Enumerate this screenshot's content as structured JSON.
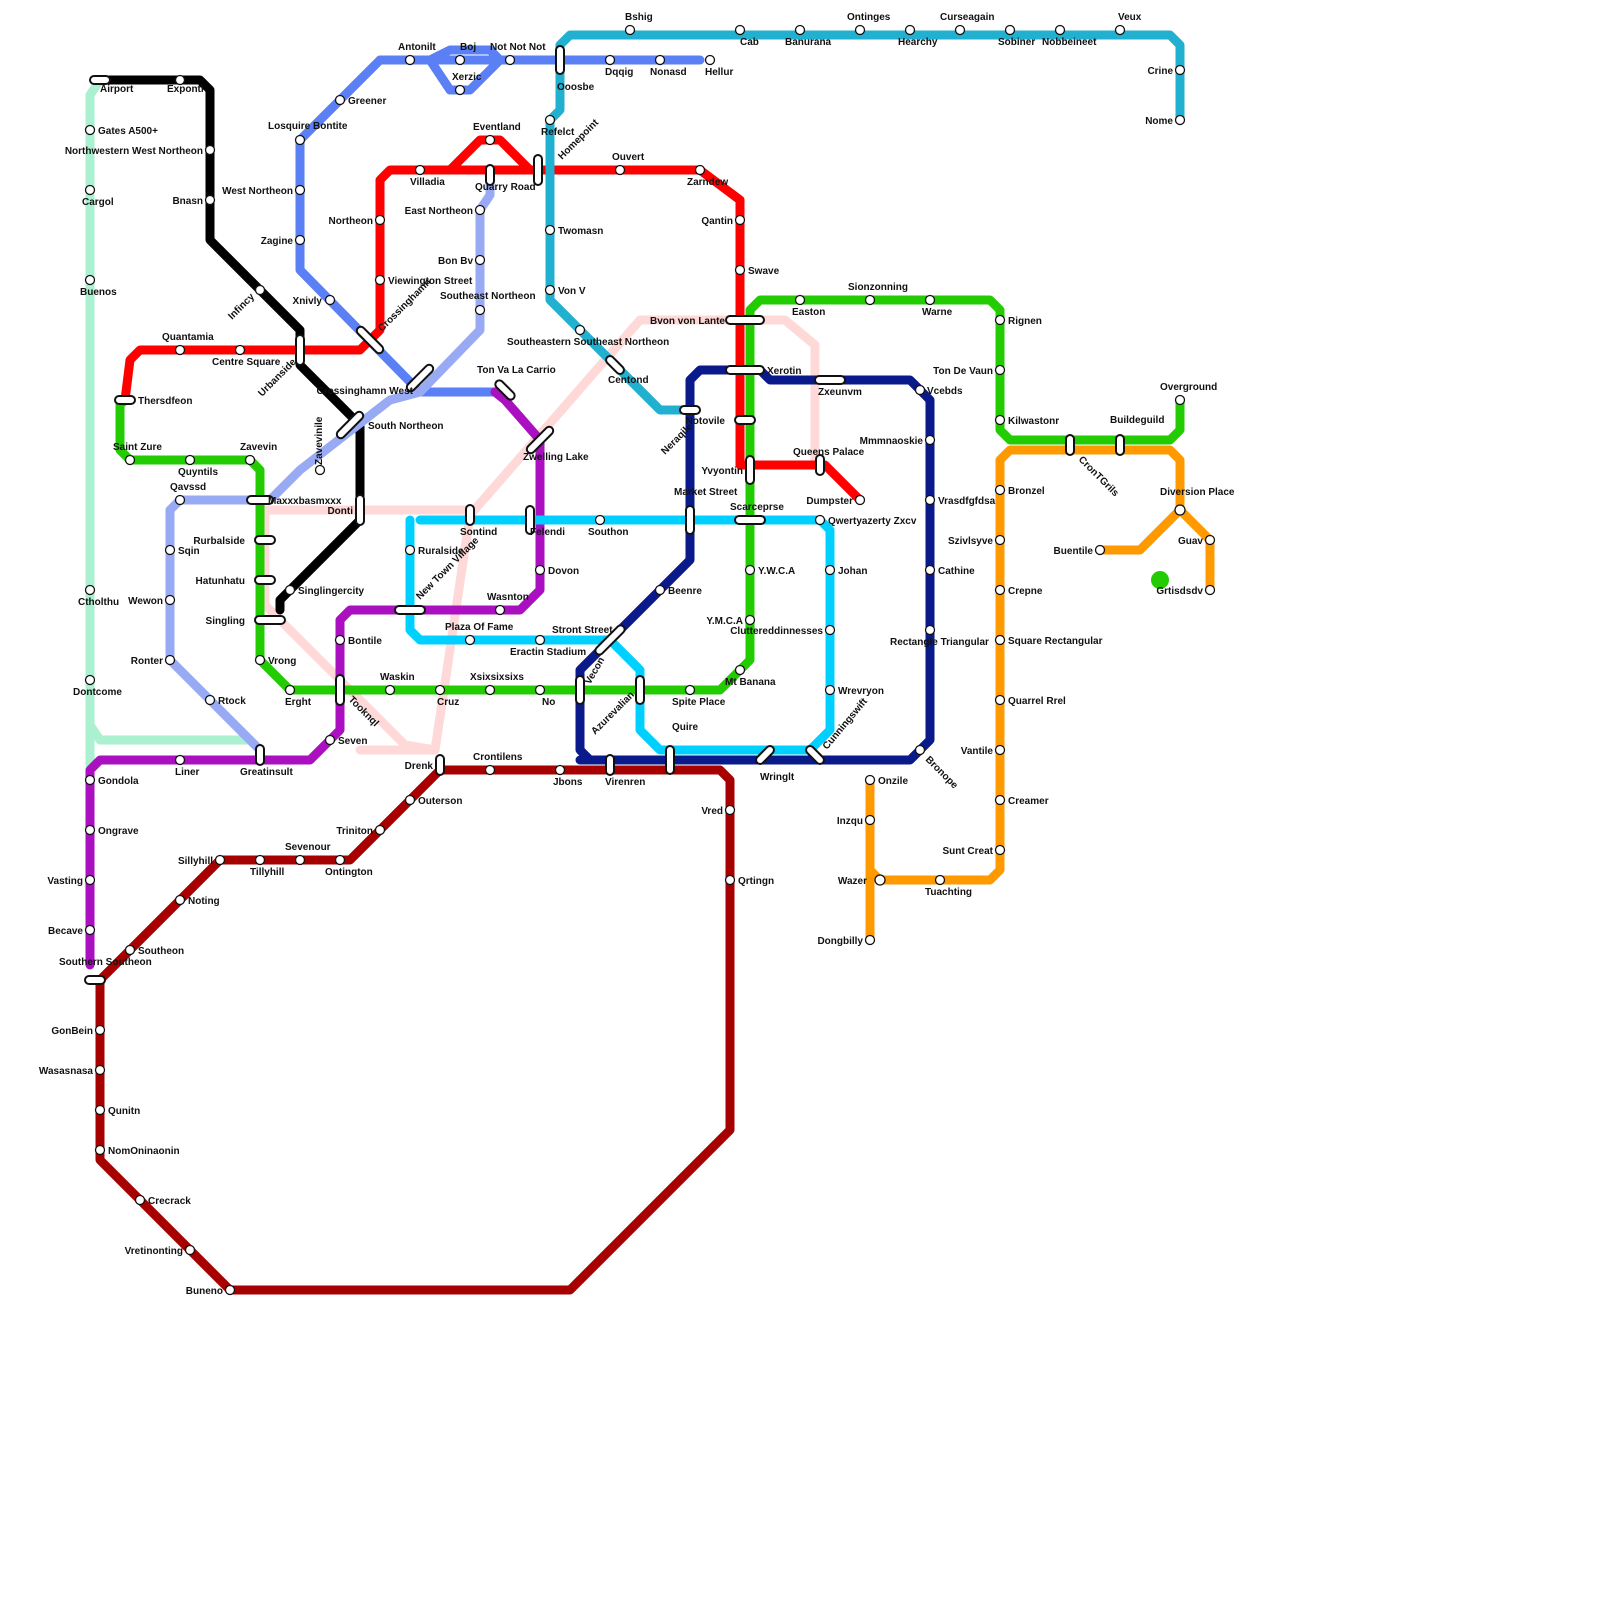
{
  "map": {
    "lines": [
      {
        "id": "mint",
        "color": "#aaf0d1"
      },
      {
        "id": "black",
        "color": "#000000"
      },
      {
        "id": "blue",
        "color": "#5b7ff5"
      },
      {
        "id": "periwinkle",
        "color": "#99aaf5"
      },
      {
        "id": "red",
        "color": "#ff0000"
      },
      {
        "id": "teal",
        "color": "#22b0d0"
      },
      {
        "id": "pink",
        "color": "#ffd8d8"
      },
      {
        "id": "purple",
        "color": "#aa0fc0"
      },
      {
        "id": "green",
        "color": "#22cc00"
      },
      {
        "id": "cyan",
        "color": "#00d0ff"
      },
      {
        "id": "navy",
        "color": "#0a1a8a"
      },
      {
        "id": "maroon",
        "color": "#a60000"
      },
      {
        "id": "orange",
        "color": "#ff9900"
      }
    ],
    "stations": [
      "Airport",
      "Exponti",
      "Gates A500+",
      "Northwestern West Northeon",
      "Cargol",
      "Bnasn",
      "Buenos",
      "Infincy",
      "Urbanside",
      "Antonilt",
      "Boj",
      "Xerzic",
      "Not Not Not",
      "Greener",
      "Losquire Bontite",
      "West Northeon",
      "Zagine",
      "Xnivly",
      "Crossinghamn",
      "Crossinghamn West",
      "Bshig",
      "Cab",
      "Banurana",
      "Ontinges",
      "Hearchy",
      "Curseagain",
      "Sobiner",
      "Nobbeineet",
      "Veux",
      "Crine",
      "Nome",
      "Ooosbe",
      "Dqqig",
      "Nonasd",
      "Hellur",
      "Eventland",
      "Quarry Road",
      "Villadia",
      "Refelct",
      "Homepoint",
      "Ouvert",
      "Zarndew",
      "Qantin",
      "Swave",
      "Northeon",
      "Viewington Street",
      "Twomasn",
      "Von V",
      "East Northeon",
      "Bon Bv",
      "Southeast Northeon",
      "Quantamia",
      "Centre Square",
      "Thersdfeon",
      "South Northeon",
      "Southeastern Southeast Northeon",
      "Centond",
      "Bvon von Lante",
      "Ton Va La Carrio",
      "Zwelling Lake",
      "Neraqile",
      "Notovile",
      "Xerotin",
      "Zxeunvm",
      "Vcebds",
      "Easton",
      "Sionzonning",
      "Warne",
      "Rignen",
      "Ton De Vaun",
      "Kilwastonr",
      "Saint Zure",
      "Quyntils",
      "Zavevin",
      "Zavevinile",
      "Qavssd",
      "Maxxxbasmxxx",
      "Donti",
      "Sontind",
      "Felendi",
      "Southon",
      "Market Street",
      "Scarceprse",
      "Queens Palace",
      "Yvyontin",
      "Dumpster",
      "Qwertyazerty Zxcv",
      "Mmmnaoskie",
      "Vrasdfgfdsa",
      "Overground",
      "Buildeguild",
      "CronTGrils",
      "Bronzel",
      "Diversion Place",
      "Guav",
      "Buentile",
      "Grtisdsdv",
      "Sqin",
      "Rurbalside",
      "Hatunhatu",
      "Singlingercity",
      "Singling",
      "Ruralside",
      "New Town Village",
      "Dovon",
      "Y.W.C.A",
      "Johan",
      "Cathine",
      "Szivlsyve",
      "Crepne",
      "Wewon",
      "Ctholthu",
      "Wasnton",
      "Beenre",
      "Y.M.C.A",
      "Cluttereddinnesses",
      "Rectangle Triangular",
      "Square Rectangular",
      "Plaza Of Fame",
      "Stront Street",
      "Eractin Stadium",
      "Ronter",
      "Bontile",
      "Vrong",
      "Waskin",
      "Xsixsixsixs",
      "Vecon",
      "Mt Banana",
      "Erght",
      "Cruz",
      "No",
      "Spite Place",
      "Wrevryon",
      "Quarrel Rrel",
      "Dontcome",
      "Rtock",
      "Tooknql",
      "Azurevalian",
      "Seven",
      "Quire",
      "Cunningswift",
      "Vantile",
      "Liner",
      "Greatinsult",
      "Drenk",
      "Crontilens",
      "Jbons",
      "Virenren",
      "Wringlt",
      "Bronope",
      "Gondola",
      "Onzile",
      "Outerson",
      "Vred",
      "Creamer",
      "Inzqu",
      "Triniton",
      "Ongrave",
      "Sevenour",
      "Sillyhill",
      "Tillyhill",
      "Ontington",
      "Sunt Creat",
      "Wazer",
      "Tuachting",
      "Qrtingn",
      "Vasting",
      "Noting",
      "Becave",
      "Southeon",
      "Southern Southeon",
      "Dongbilly",
      "GonBein",
      "Wasasnasa",
      "Qunitn",
      "NomOninaonin",
      "Crecrack",
      "Vretinonting",
      "Buneno"
    ]
  }
}
